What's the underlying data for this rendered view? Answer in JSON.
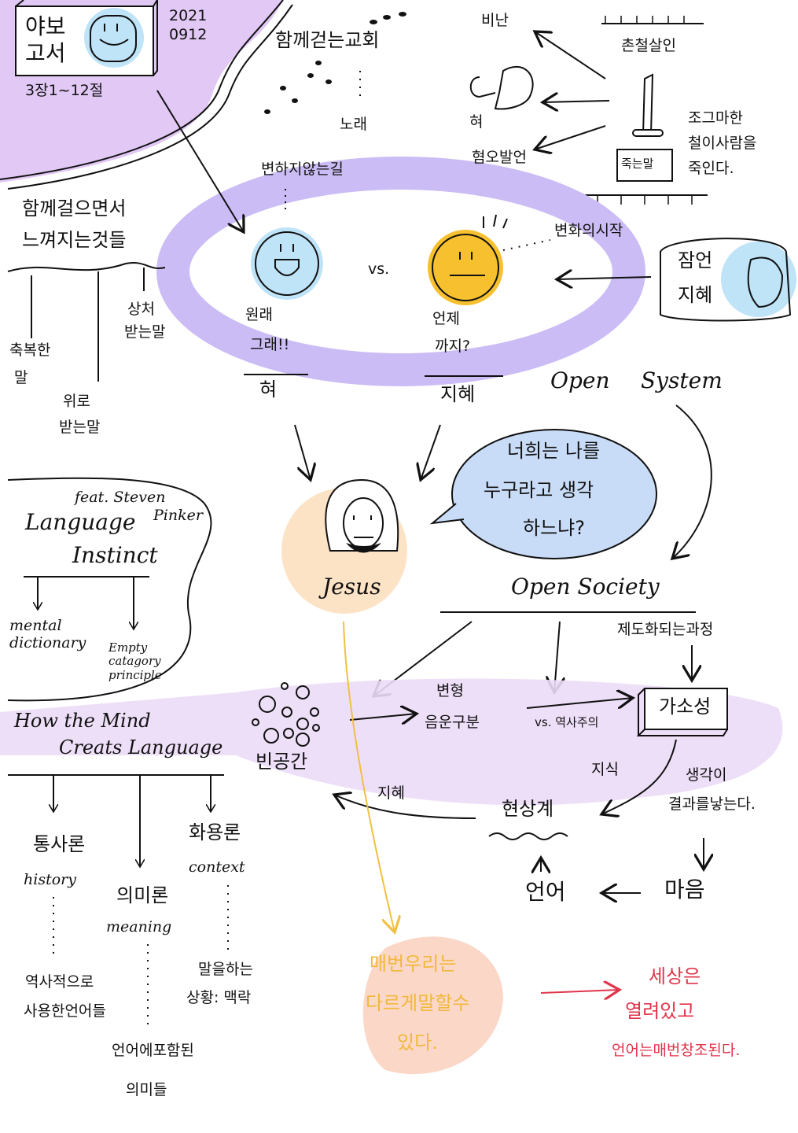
{
  "colors": {
    "purple_band": "#cbbcf5",
    "purple_light": "#ecdcf7",
    "purple_corner": "#e2c8f5",
    "blue_face": "#bfe3f7",
    "yellow_face": "#f7c02e",
    "jesus_bg": "#fde3c6",
    "bubble": "#c9dcf7",
    "conclusion_blob": "#fbd7c8",
    "conclusion_text": "#f0b93a",
    "red_text": "#e0344a"
  },
  "header": {
    "book_line1": "야보",
    "book_line2": "고서",
    "date_year": "2021",
    "date_md": "0912",
    "verse": "3장1~12절"
  },
  "top": {
    "church": "함께걷는교회",
    "song": "노래",
    "blame": "비난",
    "tongue": "혀",
    "hate_speech": "혐오발언",
    "idiom": "촌철살인",
    "killing_words": "죽는말",
    "idiom_meaning": [
      "조그마한",
      "철이사람을",
      "죽인다."
    ]
  },
  "walking": {
    "title_line1": "함께걸으면서",
    "title_line2": "느껴지는것들",
    "items": [
      {
        "line1": "축복한",
        "line2": "말"
      },
      {
        "line1": "위로",
        "line2": "받는말"
      },
      {
        "line1": "상처",
        "line2": "받는말"
      }
    ]
  },
  "comparison": {
    "unchanging": "변하지않는길",
    "left_line1": "원래",
    "left_line2": "그래!!",
    "vs": "vs.",
    "right_line1": "언제",
    "right_line2": "까지?",
    "change_start": "변화의시작",
    "left_label": "혀",
    "right_label": "지혜",
    "proverbs_line1": "잠언",
    "proverbs_line2": "지혜"
  },
  "jesus": {
    "label": "Jesus",
    "question": [
      "너희는 나를",
      "누구라고 생각",
      "하느냐?"
    ]
  },
  "open": {
    "system_word1": "Open",
    "system_word2": "System",
    "society": "Open Society",
    "institutionalizing": "제도화되는과정"
  },
  "language_instinct": {
    "feat_line1": "feat. Steven",
    "feat_line2": "Pinker",
    "title_line1": "Language",
    "title_line2": "Instinct",
    "items": [
      "mental dictionary",
      "Empty catagory principle"
    ]
  },
  "how_mind": {
    "line1": "How the Mind",
    "line2": "Creats Language",
    "branches": [
      {
        "ko": "통사론",
        "en": "history",
        "note_line1": "역사적으로",
        "note_line2": "사용한언어들"
      },
      {
        "ko": "의미론",
        "en": "meaning",
        "note_line1": "언어에포함된",
        "note_line2": "의미들"
      },
      {
        "ko": "화용론",
        "en": "context",
        "note_line1": "말을하는",
        "note_line2": "상황: 맥락"
      }
    ]
  },
  "cycle": {
    "empty_space": "빈공간",
    "transform_line1": "변형",
    "transform_line2": "음운구분",
    "vs_historicism": "vs. 역사주의",
    "plasticity": "가소성",
    "knowledge": "지식",
    "thought_line1": "생각이",
    "thought_line2": "결과를낳는다.",
    "wisdom": "지혜",
    "phenomenal": "현상계",
    "language": "언어",
    "mind": "마음"
  },
  "conclusion": {
    "yellow": [
      "매번우리는",
      "다르게말할수",
      "있다."
    ],
    "red": [
      "세상은",
      "열려있고",
      "언어는매번창조된다."
    ]
  }
}
